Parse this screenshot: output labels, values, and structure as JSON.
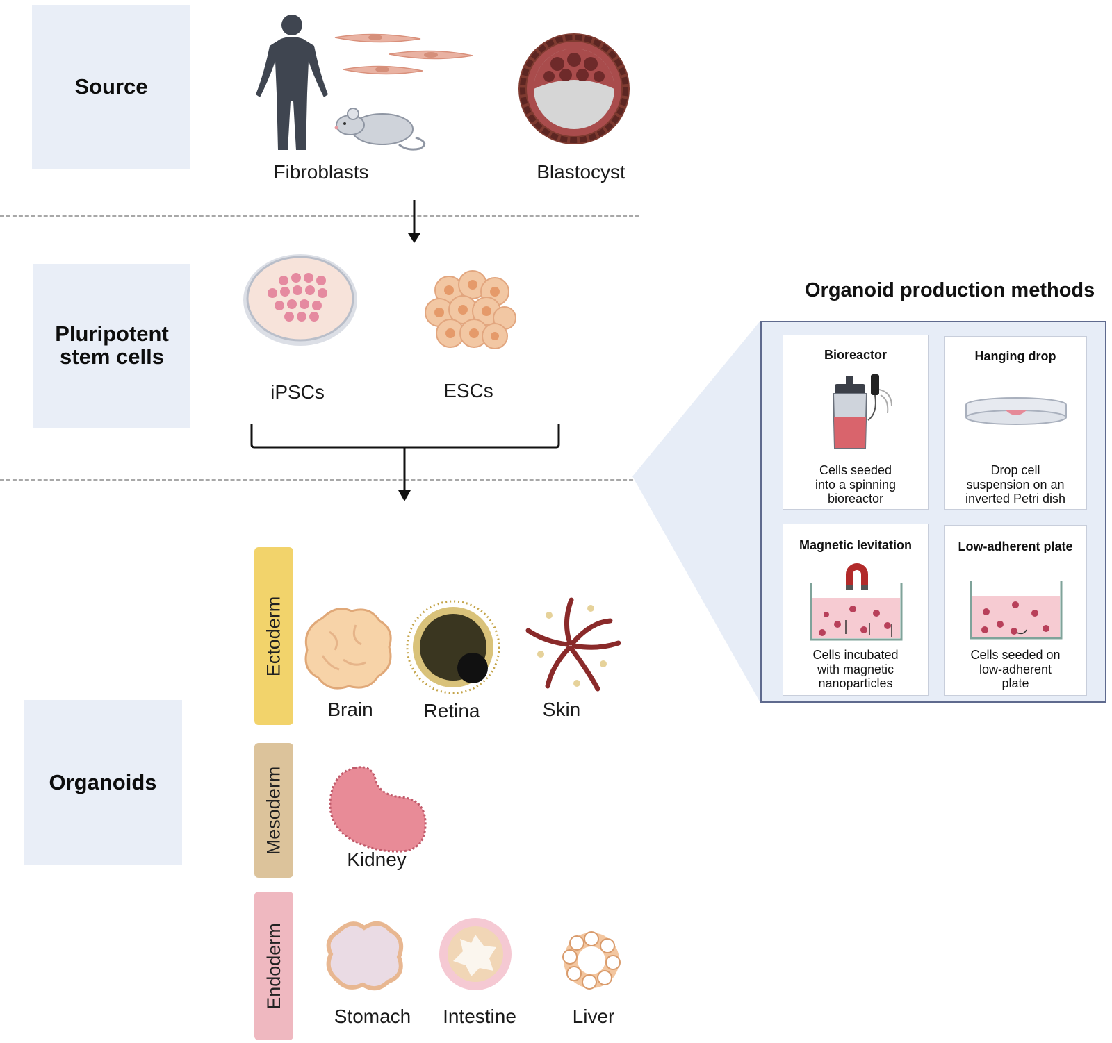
{
  "stages": {
    "source": "Source",
    "pluripotent_line1": "Pluripotent",
    "pluripotent_line2": "stem cells",
    "organoids": "Organoids"
  },
  "source_items": {
    "fibroblasts": "Fibroblasts",
    "blastocyst": "Blastocyst"
  },
  "stem_cells": {
    "ipscs": "iPSCs",
    "escs": "ESCs"
  },
  "germ_layers": {
    "ectoderm": "Ectoderm",
    "mesoderm": "Mesoderm",
    "endoderm": "Endoderm"
  },
  "organs": {
    "brain": "Brain",
    "retina": "Retina",
    "skin": "Skin",
    "kidney": "Kidney",
    "stomach": "Stomach",
    "intestine": "Intestine",
    "liver": "Liver"
  },
  "methods": {
    "title": "Organoid production methods",
    "bioreactor": {
      "title": "Bioreactor",
      "line1": "Cells seeded",
      "line2": "into a spinning",
      "line3": "bioreactor"
    },
    "hanging_drop": {
      "title": "Hanging drop",
      "line1": "Drop cell",
      "line2": "suspension on an",
      "line3": "inverted Petri dish"
    },
    "magnetic": {
      "title": "Magnetic levitation",
      "line1": "Cells incubated",
      "line2": "with magnetic",
      "line3": "nanoparticles"
    },
    "low_adherent": {
      "title": "Low-adherent plate",
      "line1": "Cells seeded on",
      "line2": "low-adherent",
      "line3": "plate"
    }
  },
  "colors": {
    "stage_box": "#e9eef7",
    "ectoderm": "#f2d36b",
    "mesoderm": "#dcc39b",
    "endoderm": "#efb8c0",
    "panel_border": "#5f6a8e"
  },
  "icons": [
    "human-silhouette-icon",
    "fibroblast-cell-icon",
    "mouse-icon",
    "blastocyst-icon",
    "petri-dish-icon",
    "esc-cluster-icon",
    "brain-organoid-icon",
    "retina-organoid-icon",
    "skin-organoid-icon",
    "kidney-organoid-icon",
    "stomach-organoid-icon",
    "intestine-organoid-icon",
    "liver-organoid-icon",
    "bioreactor-icon",
    "hanging-drop-dish-icon",
    "magnet-icon",
    "star-icon"
  ]
}
